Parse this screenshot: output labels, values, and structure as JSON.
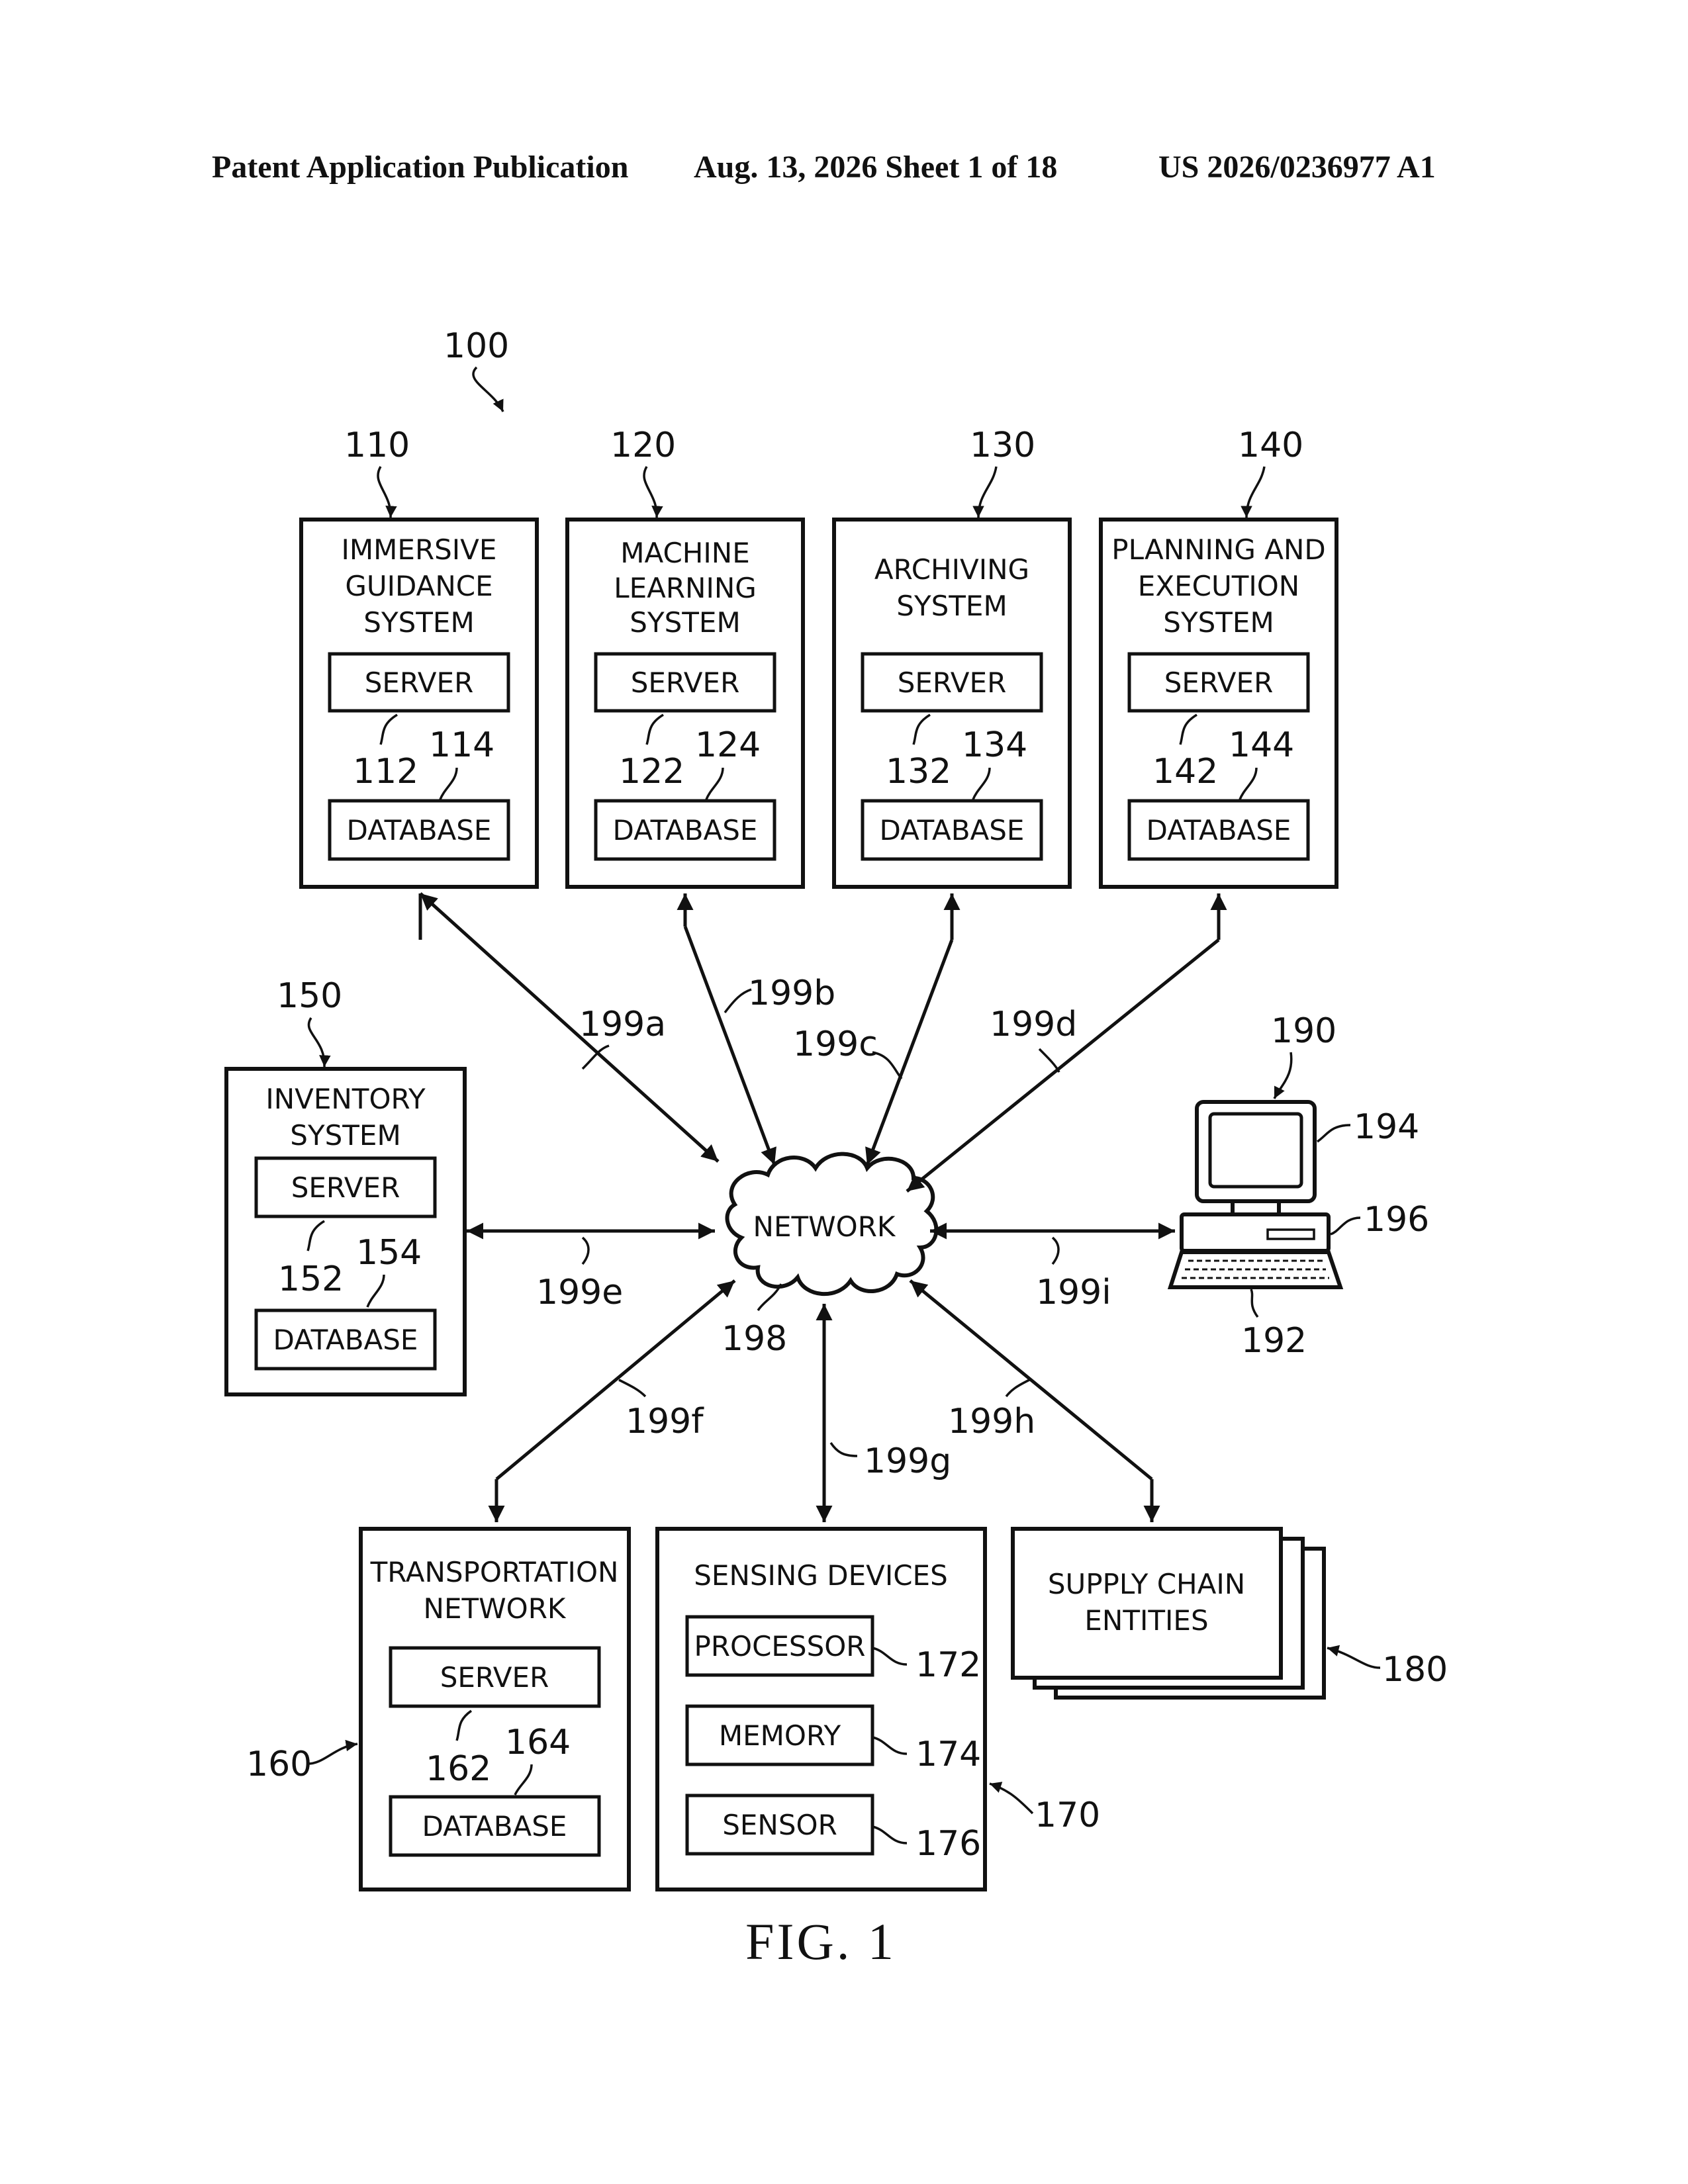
{
  "header": {
    "publication": "Patent Application Publication",
    "date_sheet": "Aug. 13, 2026  Sheet 1 of 18",
    "number": "US 2026/0236977 A1"
  },
  "figure_label": "FIG. 1",
  "system_ref": "100",
  "network": {
    "label": "NETWORK",
    "ref": "198"
  },
  "systems": {
    "immersive": {
      "title": [
        "IMMERSIVE",
        "GUIDANCE",
        "SYSTEM"
      ],
      "ref": "110",
      "server": "SERVER",
      "server_ref": "112",
      "database": "DATABASE",
      "database_ref": "114",
      "link": "199a"
    },
    "ml": {
      "title": [
        "MACHINE",
        "LEARNING",
        "SYSTEM"
      ],
      "ref": "120",
      "server": "SERVER",
      "server_ref": "122",
      "database": "DATABASE",
      "database_ref": "124",
      "link": "199b"
    },
    "archiving": {
      "title": [
        "ARCHIVING",
        "SYSTEM"
      ],
      "ref": "130",
      "server": "SERVER",
      "server_ref": "132",
      "database": "DATABASE",
      "database_ref": "134",
      "link": "199c"
    },
    "planning": {
      "title": [
        "PLANNING AND",
        "EXECUTION",
        "SYSTEM"
      ],
      "ref": "140",
      "server": "SERVER",
      "server_ref": "142",
      "database": "DATABASE",
      "database_ref": "144",
      "link": "199d"
    },
    "inventory": {
      "title": [
        "INVENTORY",
        "SYSTEM"
      ],
      "ref": "150",
      "server": "SERVER",
      "server_ref": "152",
      "database": "DATABASE",
      "database_ref": "154",
      "link": "199e"
    },
    "transport": {
      "title": [
        "TRANSPORTATION",
        "NETWORK"
      ],
      "ref": "160",
      "server": "SERVER",
      "server_ref": "162",
      "database": "DATABASE",
      "database_ref": "164",
      "link": "199f"
    }
  },
  "sensing": {
    "title": "SENSING DEVICES",
    "ref": "170",
    "link": "199g",
    "processor": "PROCESSOR",
    "processor_ref": "172",
    "memory": "MEMORY",
    "memory_ref": "174",
    "sensor": "SENSOR",
    "sensor_ref": "176"
  },
  "supply": {
    "title": [
      "SUPPLY CHAIN",
      "ENTITIES"
    ],
    "ref": "180",
    "link": "199h"
  },
  "computer": {
    "ref": "190",
    "keyboard_ref": "192",
    "monitor_ref": "194",
    "base_ref": "196",
    "link": "199i"
  }
}
